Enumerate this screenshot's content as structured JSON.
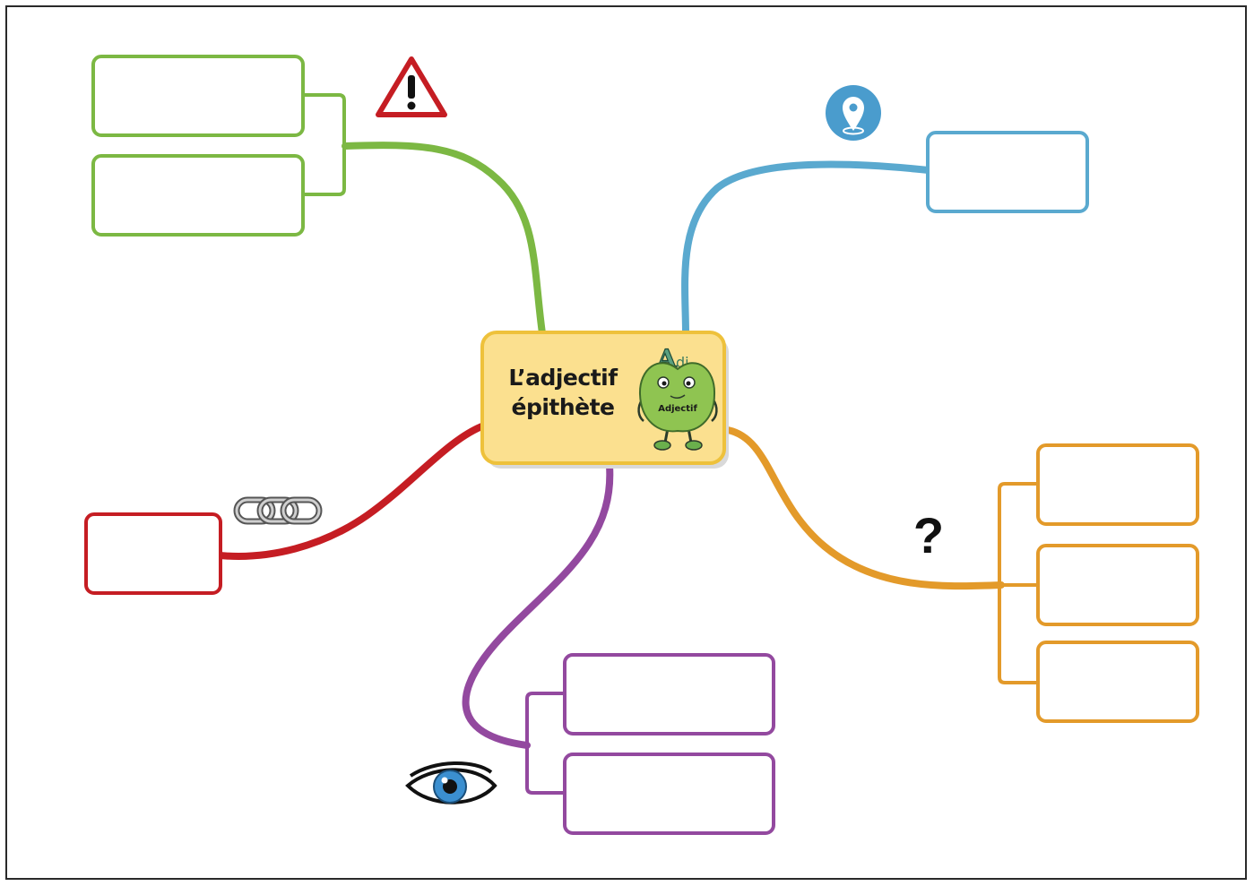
{
  "central_topic": {
    "line1": "L’adjectif",
    "line2": "épithète",
    "mascot_label": "Adjectif",
    "mascot_letters": "A",
    "mascot_small": "dj"
  },
  "branches": [
    {
      "id": "green",
      "color": "#7cb843",
      "icon": "warning-icon",
      "boxes": 2
    },
    {
      "id": "blue",
      "color": "#5aa9cf",
      "icon": "location-pin-icon",
      "boxes": 1
    },
    {
      "id": "orange",
      "color": "#e39a2a",
      "icon": "question-mark-icon",
      "icon_text": "?",
      "boxes": 3
    },
    {
      "id": "purple",
      "color": "#93499f",
      "icon": "eye-icon",
      "boxes": 2
    },
    {
      "id": "red",
      "color": "#c51d23",
      "icon": "chain-link-icon",
      "boxes": 1
    }
  ],
  "central_fill": "#fbe08f",
  "central_border": "#eec13b"
}
